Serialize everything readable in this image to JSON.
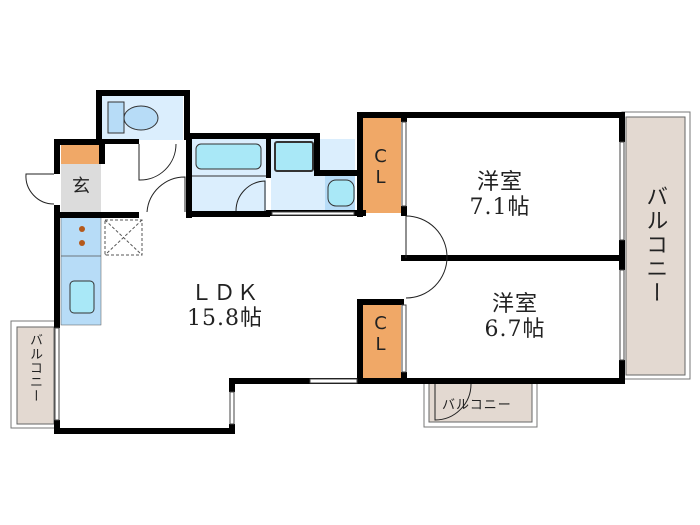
{
  "floor_plan": {
    "colors": {
      "wall": "#000000",
      "wet_area": "#dbeefd",
      "fixture": "#a9e8f7",
      "closet": "#f0a867",
      "genkan": "#dcdcdc",
      "balcony": "#e3d9d1",
      "floor": "#ffffff"
    },
    "rooms": {
      "ldk": {
        "name": "ＬＤＫ",
        "size": "15.8帖"
      },
      "western_room_1": {
        "name": "洋室",
        "size": "7.1帖"
      },
      "western_room_2": {
        "name": "洋室",
        "size": "6.7帖"
      },
      "closet_1": {
        "label": "CL"
      },
      "closet_2": {
        "label": "CL"
      },
      "genkan": {
        "label": "玄"
      },
      "balcony_right": {
        "label": "バルコニー"
      },
      "balcony_left": {
        "label": "バルコニー"
      },
      "balcony_bottom": {
        "label": "バルコニー"
      }
    }
  }
}
